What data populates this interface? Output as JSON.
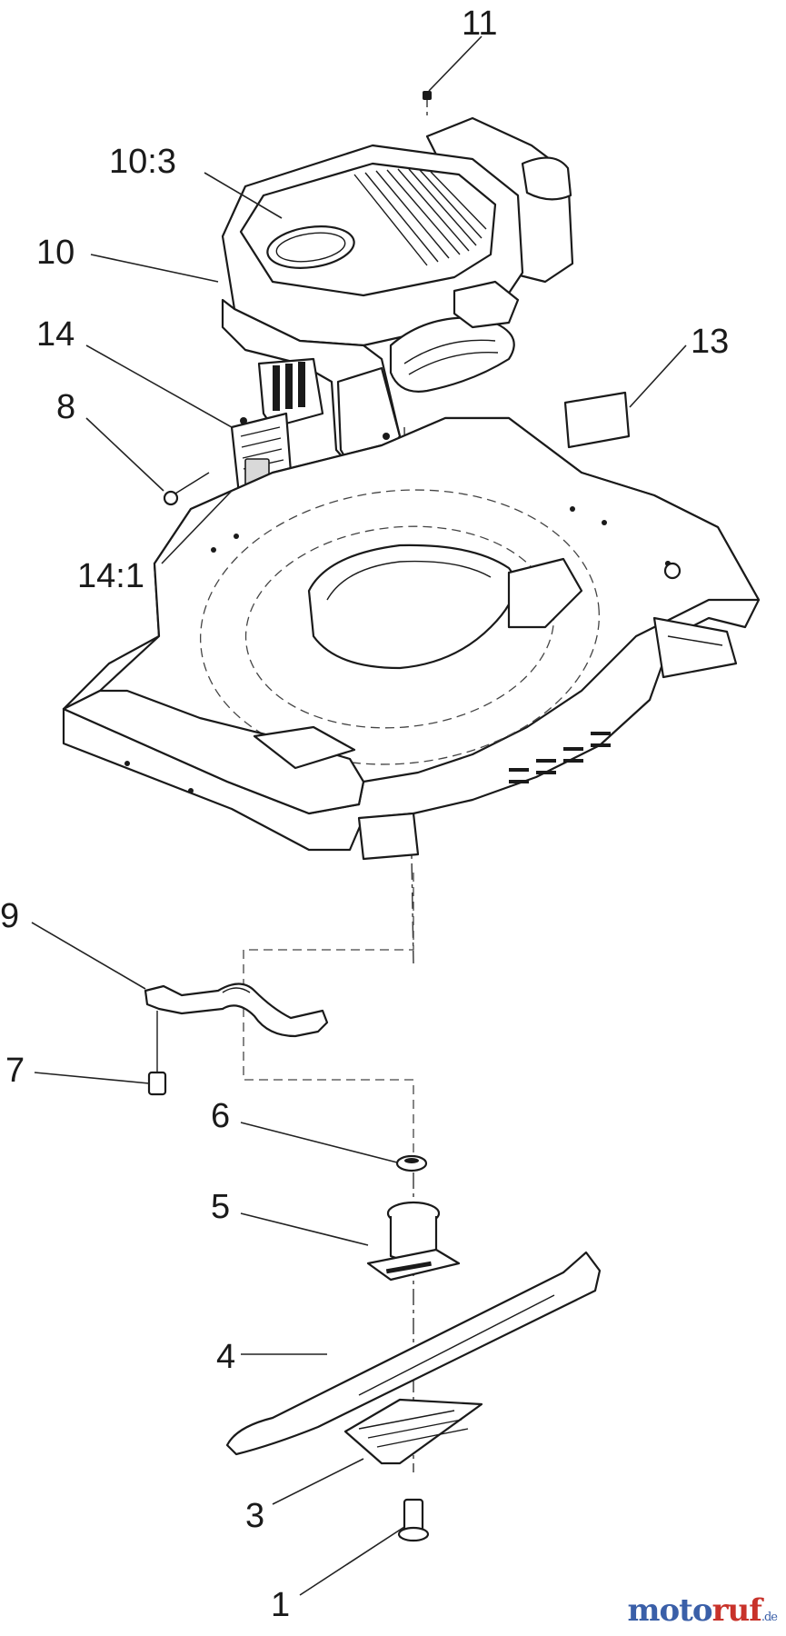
{
  "callouts": {
    "c1": "1",
    "c3": "3",
    "c4": "4",
    "c5": "5",
    "c6": "6",
    "c7": "7",
    "c8": "8",
    "c9": "9",
    "c10": "10",
    "c10_3": "10:3",
    "c11": "11",
    "c13": "13",
    "c14": "14",
    "c14_1": "14:1"
  },
  "watermark": {
    "brand_a": "moto",
    "brand_b": "ruf",
    "tld": ".de"
  }
}
